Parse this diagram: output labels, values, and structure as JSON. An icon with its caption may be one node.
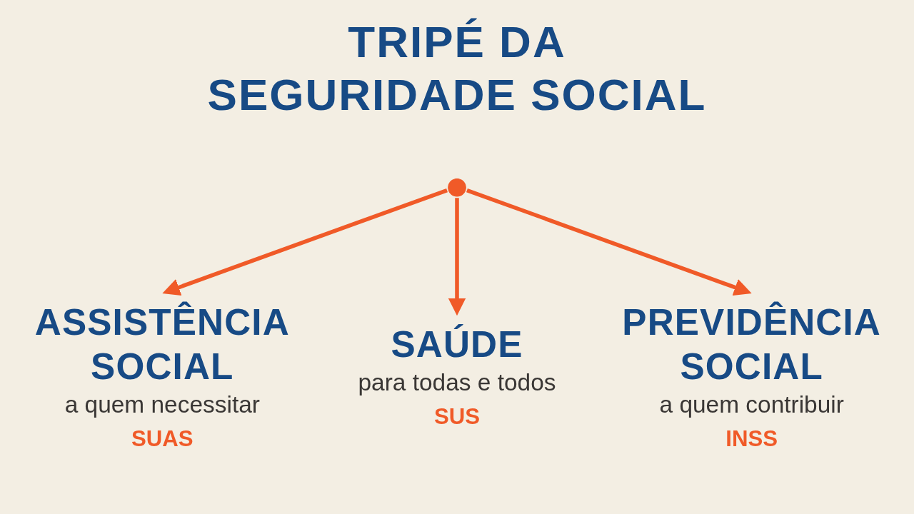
{
  "diagram": {
    "title": "TRIPÉ DA SEGURIDADE SOCIAL",
    "nodes": [
      {
        "text": [],
        "shape": "circle"
      },
      {
        "text": [
          "ASSISTÊNCIA SOCIAL",
          "a quem necessitar",
          "SUAS"
        ]
      },
      {
        "text": [
          "SAÚDE",
          "para todas e todos",
          "SUS"
        ]
      },
      {
        "text": [
          "PREVIDÊNCIA SOCIAL",
          "a quem contribuir",
          "INSS"
        ]
      }
    ],
    "edges": [
      {
        "from": 0,
        "to": 1,
        "arrow": "to"
      },
      {
        "from": 0,
        "to": 2,
        "arrow": "to"
      },
      {
        "from": 0,
        "to": 3,
        "arrow": "to"
      }
    ]
  }
}
